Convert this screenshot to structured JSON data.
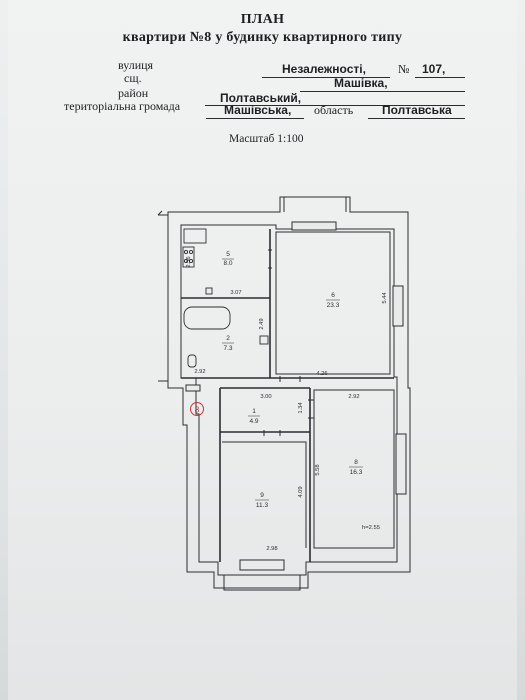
{
  "header": {
    "title": "ПЛАН",
    "subtitle": "квартири №8 у будинку квартирного типу"
  },
  "address": {
    "street_label": "вулиця",
    "street_value": "Незалежності,",
    "number_label": "№",
    "number_value": "107,",
    "settlement_label": "сщ.",
    "settlement_value": "Машівка,",
    "district_label": "район",
    "district_value": "Полтавський,",
    "community_label": "територіальна громада",
    "community_value": "Машівська,",
    "region_label": "область",
    "region_value": "Полтавська"
  },
  "scale": "Масштаб 1:100",
  "plan": {
    "apartment_marker": "8",
    "rooms": [
      {
        "id": "5",
        "area": "8.0"
      },
      {
        "id": "6",
        "area": "23.3"
      },
      {
        "id": "2",
        "area": "7.3"
      },
      {
        "id": "1",
        "area": "4.9"
      },
      {
        "id": "8",
        "area": "16.3"
      },
      {
        "id": "9",
        "area": "11.3"
      }
    ],
    "dimensions": [
      "2.56",
      "3.07",
      "5.44",
      "2.49",
      "2.92",
      "4.26",
      "3.00",
      "2.92",
      "1.34",
      "5.58",
      "4.09",
      "2.98"
    ],
    "ceiling_height": "h=2.55"
  }
}
